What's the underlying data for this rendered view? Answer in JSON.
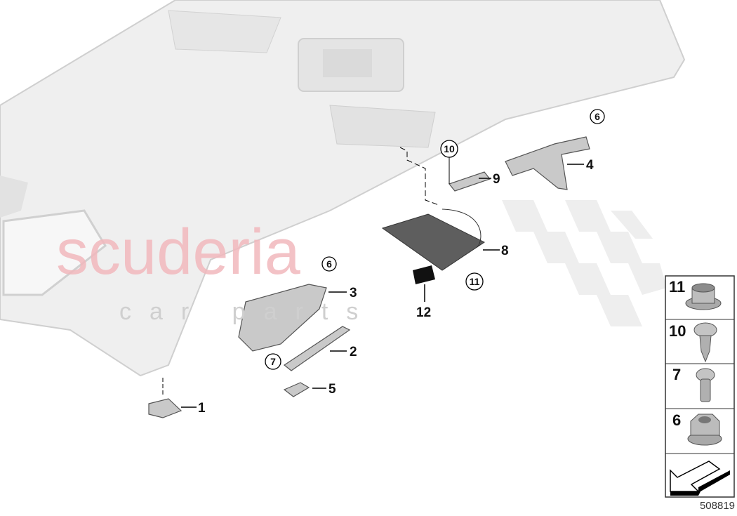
{
  "diagram": {
    "reference_number": "508819",
    "watermark": {
      "main": "scuderia",
      "sub": "car parts"
    },
    "callouts": [
      "1",
      "2",
      "3",
      "4",
      "5",
      "6",
      "6",
      "7",
      "8",
      "9",
      "10",
      "11",
      "12"
    ],
    "legend": [
      {
        "number": "11",
        "part": "bushing-icon"
      },
      {
        "number": "10",
        "part": "torx-screw-long-icon"
      },
      {
        "number": "7",
        "part": "torx-screw-short-icon"
      },
      {
        "number": "6",
        "part": "hex-nut-icon"
      }
    ],
    "colors": {
      "watermark": "#f2b8bd",
      "headliner": "#ececec",
      "part": "#c9c9c9"
    }
  }
}
